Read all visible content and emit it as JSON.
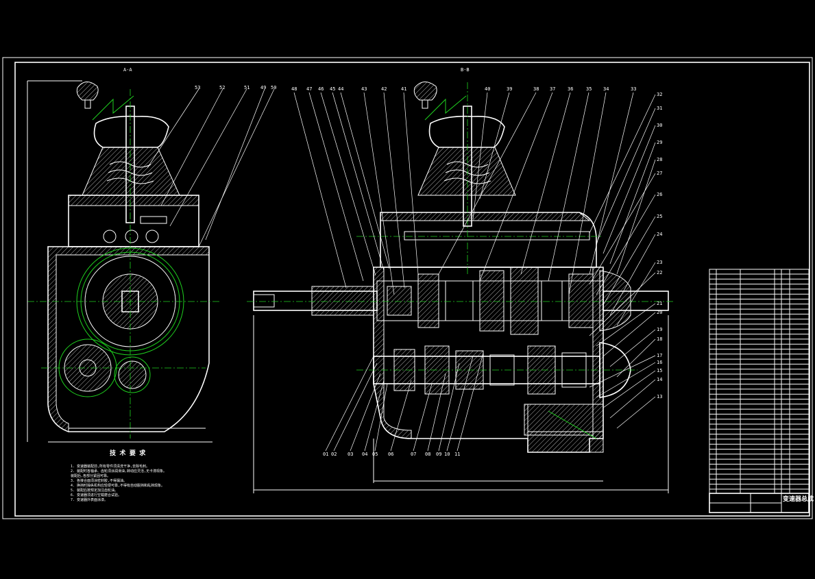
{
  "drawing": {
    "title": "变速器总成",
    "technical_requirements": {
      "heading": "技 术 要 求",
      "items": [
        "1. 变速器装配前,所有零件须清洗干净,去除毛刺。",
        "2. 装配时各轴承、齿轮须涂润滑油,转动应灵活,无卡滞现象。",
        "   装配后,各部分紧固可靠。",
        "3. 各接合面须涂密封胶,不得漏油。",
        "4. 换挡时操纵机构应轻便可靠,不得有自动脱挡和乱挡现象。",
        "5. 装配后按规定加注齿轮油。",
        "6. 变速器须进行空载磨合试验。",
        "7. 变速器外表面涂漆。"
      ]
    },
    "part_numbers_left": [
      "53",
      "52",
      "51",
      "49",
      "50"
    ],
    "part_numbers_top": [
      "48",
      "47",
      "46",
      "45",
      "44",
      "43",
      "42",
      "41",
      "40",
      "39",
      "38",
      "37",
      "36",
      "35",
      "34",
      "33"
    ],
    "part_numbers_right": [
      "32",
      "31",
      "30",
      "29",
      "28",
      "27",
      "26",
      "25",
      "24",
      "23",
      "22",
      "21",
      "20",
      "19",
      "18",
      "17",
      "16",
      "15",
      "14",
      "13"
    ],
    "part_numbers_bottom": [
      "01",
      "02",
      "03",
      "04",
      "05",
      "06",
      "07",
      "08",
      "09",
      "10",
      "11"
    ],
    "view_marks": [
      "A-A",
      "B-B"
    ]
  }
}
